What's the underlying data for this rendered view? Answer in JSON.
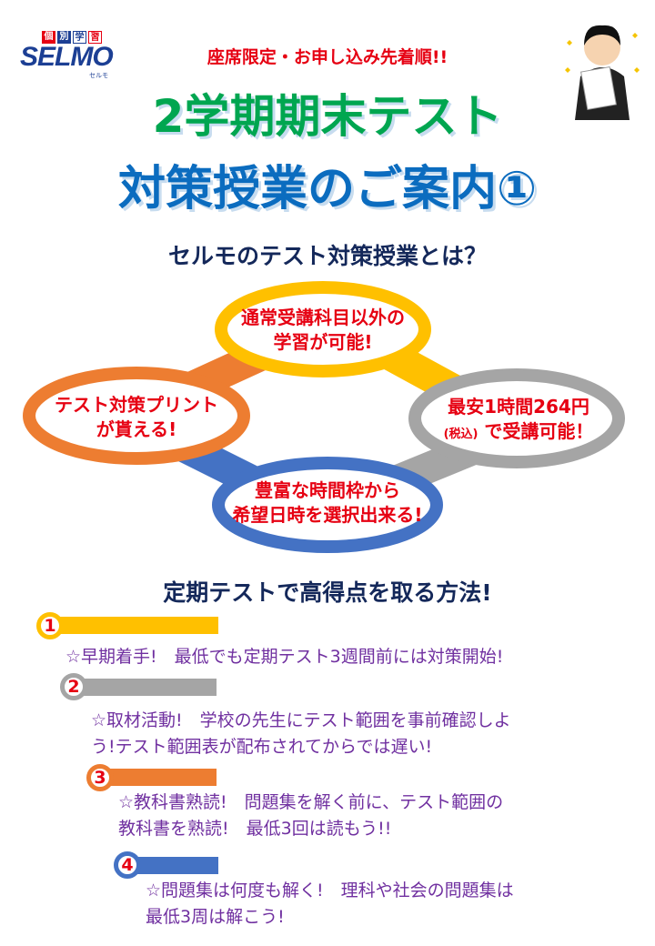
{
  "logo": {
    "chars": [
      "個",
      "別",
      "学",
      "習"
    ],
    "brand": "SELMO",
    "sub": "セルモ"
  },
  "notice": "座席限定・お申し込み先着順!!",
  "title_line1": "2学期期末テスト",
  "title_line2": "対策授業のご案内①",
  "section1_heading": "セルモのテスト対策授業とは？",
  "features": [
    {
      "line1": "通常受講科目以外の",
      "line2": "学習が可能!",
      "color": "#ffc000"
    },
    {
      "line1": "テスト対策プリント",
      "line2": "が貰える!",
      "color": "#ed7d31"
    },
    {
      "line1": "最安1時間264円",
      "line2_small": "(税込)",
      "line2": "で受講可能！",
      "color": "#a5a5a5"
    },
    {
      "line1": "豊富な時間枠から",
      "line2": "希望日時を選択出来る!",
      "color": "#4472c4"
    }
  ],
  "section2_heading": "定期テストで高得点を取る方法!",
  "tips": [
    {
      "num": "1",
      "color": "#ffc000",
      "line1": "☆早期着手!　最低でも定期テスト3週間前には対策開始!",
      "line2": ""
    },
    {
      "num": "2",
      "color": "#a5a5a5",
      "line1": "☆取材活動!　学校の先生にテスト範囲を事前確認しよ",
      "line2": "う!テスト範囲表が配布されてからでは遅い!"
    },
    {
      "num": "3",
      "color": "#ed7d31",
      "line1": "☆教科書熟読!　問題集を解く前に、テスト範囲の",
      "line2": "教科書を熟読!　最低3回は読もう!!"
    },
    {
      "num": "4",
      "color": "#4472c4",
      "line1": "☆問題集は何度も解く!　理科や社会の問題集は",
      "line2": "最低3周は解こう!"
    }
  ]
}
